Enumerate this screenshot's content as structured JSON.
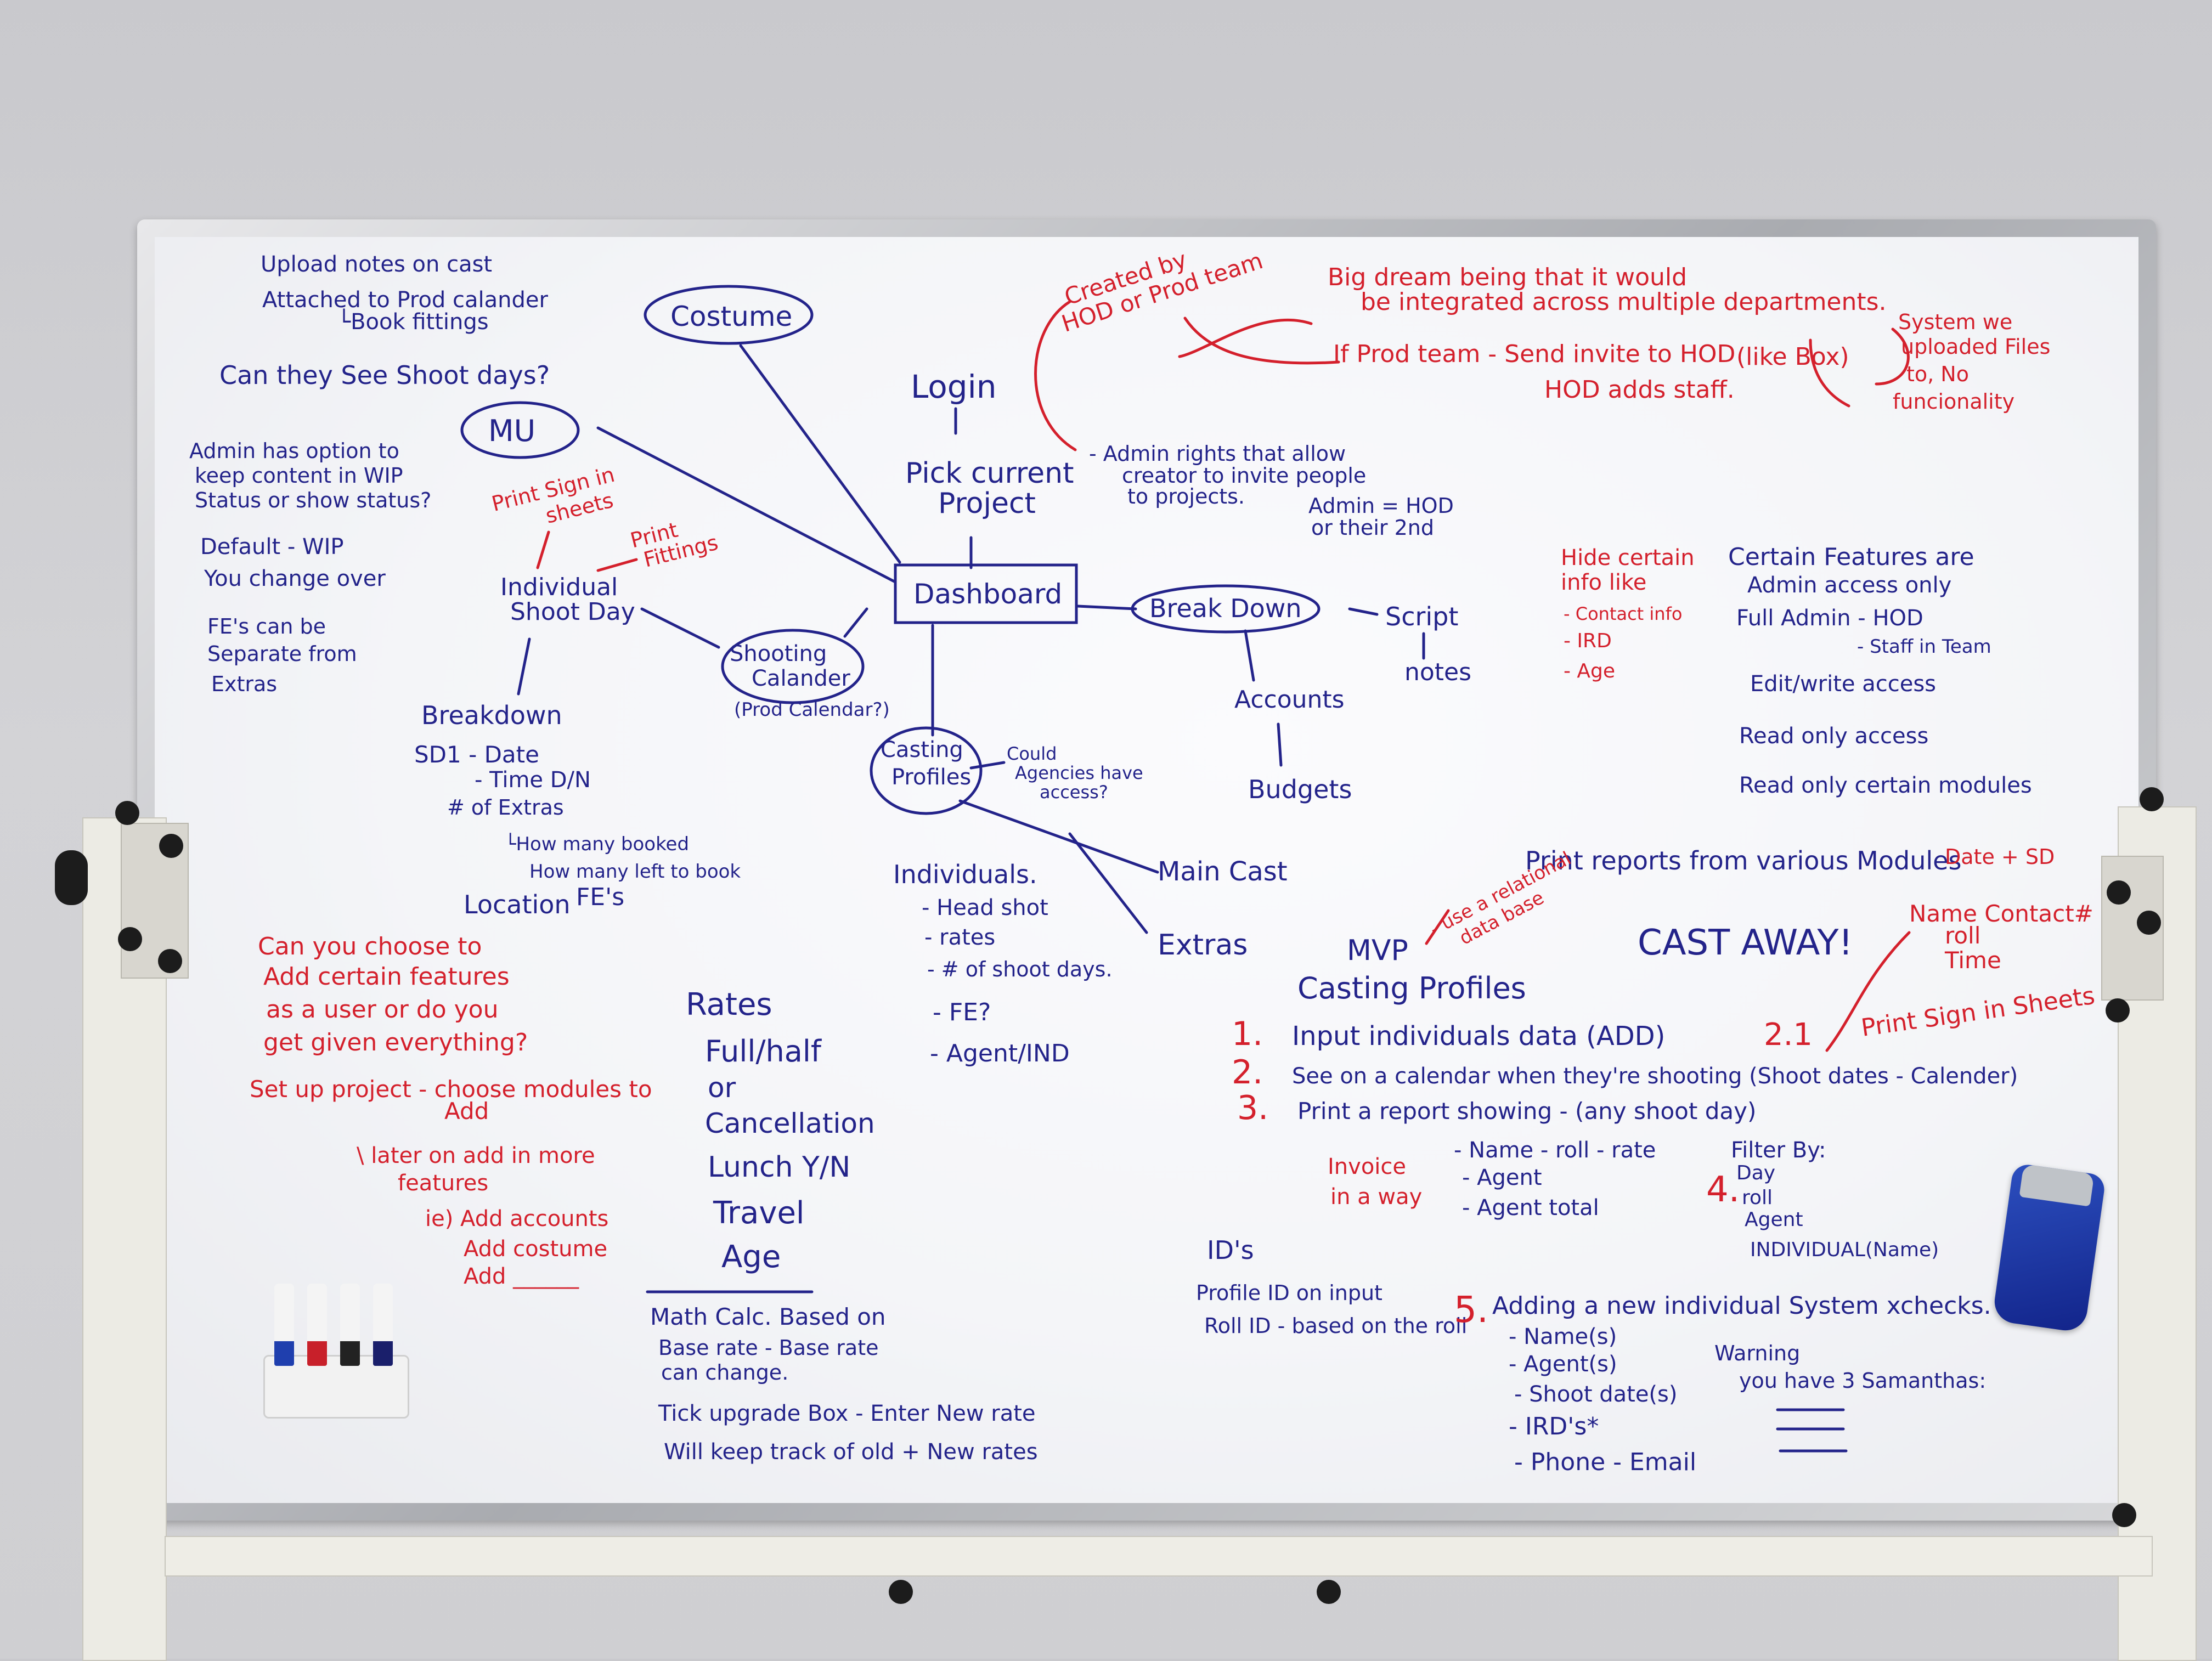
{
  "colors": {
    "blue_marker": "#23238a",
    "red_marker": "#d4202c",
    "board": "#f6f7f9"
  },
  "top_left_notes": [
    "Upload notes on cast",
    "Attached to Prod calander",
    "└Book fittings"
  ],
  "question_shoot_days": "Can they See Shoot days?",
  "admin_wip": [
    "Admin has option to",
    "keep content in WIP",
    "Status or show status?"
  ],
  "default_wip": [
    "Default - WIP",
    "You change over"
  ],
  "fes_extras": [
    "FE's can be",
    "Separate from",
    "Extras"
  ],
  "costume": "Costume",
  "mu": "MU",
  "login": "Login",
  "pick_project": [
    "Pick current",
    "Project"
  ],
  "admin_rights": [
    "- Admin rights that allow",
    "creator to invite people",
    "to projects."
  ],
  "admin_hod": [
    "Admin = HOD",
    "or their 2nd"
  ],
  "created_by": [
    "Created by",
    "HOD or Prod team"
  ],
  "big_dream": [
    "Big dream being that it would",
    "be integrated across multiple departments."
  ],
  "prod_team": "If Prod team - Send invite to HOD",
  "hod_adds": "HOD adds staff.",
  "like_box": "(like Box)",
  "system_uploaded": [
    "System we",
    "uploaded Files",
    "to, No",
    "funcionality"
  ],
  "dashboard": "Dashboard",
  "breakdown_node": "Break Down",
  "script": "Script",
  "notes": "notes",
  "accounts": "Accounts",
  "budgets": "Budgets",
  "print_sign_in": [
    "Print Sign in",
    "sheets"
  ],
  "print_fittings": [
    "Print",
    "Fittings"
  ],
  "individual_shoot_day": [
    "Individual",
    "Shoot Day"
  ],
  "shooting_calander": [
    "Shooting",
    "Calander"
  ],
  "prod_calendar": "(Prod Calendar?)",
  "casting_profiles_node": [
    "Casting",
    "Profiles"
  ],
  "agencies_access": [
    "Could",
    "Agencies have",
    "access?"
  ],
  "breakdown_list": [
    "Breakdown",
    "SD1 - Date",
    "- Time D/N",
    "# of Extras",
    "└How many booked",
    "How many left to book"
  ],
  "location": "Location",
  "fes": "FE's",
  "individuals": [
    "Individuals.",
    "- Head shot",
    "- rates",
    "- # of shoot days.",
    "- FE?",
    "- Agent/IND"
  ],
  "main_cast": "Main Cast",
  "extras": "Extras",
  "hide_info": [
    "Hide certain",
    "info like",
    "- Contact info",
    "- IRD",
    "- Age"
  ],
  "features_access": [
    "Certain Features are",
    "Admin access only",
    "Full Admin - HOD",
    "- Staff in Team",
    "Edit/write access",
    "Read only access",
    "Read only certain modules"
  ],
  "choose_features": [
    "Can you choose to",
    "Add certain features",
    "as a user or do you",
    "get given everything?"
  ],
  "set_up_project": [
    "Set up project - choose modules to",
    "Add"
  ],
  "later_on": [
    "\\ later on add in more",
    "features",
    "ie) Add accounts",
    "Add costume",
    "Add ______"
  ],
  "rates": [
    "Rates",
    "Full/half",
    "or",
    "Cancellation",
    "Lunch Y/N",
    "Travel",
    "Age"
  ],
  "math_calc": [
    "Math Calc. Based on",
    "Base rate - Base rate",
    "can change.",
    "Tick upgrade Box - Enter New rate",
    "Will keep track of old + New rates"
  ],
  "print_reports": "Print reports from various Modules",
  "date_sd": "Date + SD",
  "use_relational": [
    "- use a relational",
    "data base"
  ],
  "mvp": "MVP",
  "cast_away": "CAST AWAY!",
  "casting_profiles_heading": "Casting Profiles",
  "mvp_items": [
    {
      "num": "1.",
      "text": "Input individuals data (ADD)"
    },
    {
      "num": "2.",
      "text": "See on a calendar when they're shooting (Shoot dates - Calender)"
    },
    {
      "num": "3.",
      "text": "Print a report showing - (any shoot day)"
    }
  ],
  "item_2_1": "2.1",
  "print_sign_in_sheets": "Print Sign in Sheets",
  "sign_in_fields": [
    "Name Contact#",
    "roll",
    "Time"
  ],
  "invoice": [
    "Invoice",
    "in a way"
  ],
  "report_fields": [
    "- Name - roll - rate",
    "- Agent",
    "- Agent total"
  ],
  "filter_num": "4.",
  "filter_by": [
    "Filter By:",
    "Day",
    "roll",
    "Agent",
    "INDIVIDUAL(Name)"
  ],
  "ids": [
    "ID's",
    "Profile ID on input",
    "Roll ID - based on the roll"
  ],
  "xchecks_num": "5.",
  "xchecks": [
    "Adding a new individual System xchecks.",
    "- Name(s)",
    "- Agent(s)",
    "- Shoot date(s)",
    "- IRD's*",
    "- Phone - Email"
  ],
  "warning": [
    "Warning",
    "you have 3 Samanthas:"
  ]
}
